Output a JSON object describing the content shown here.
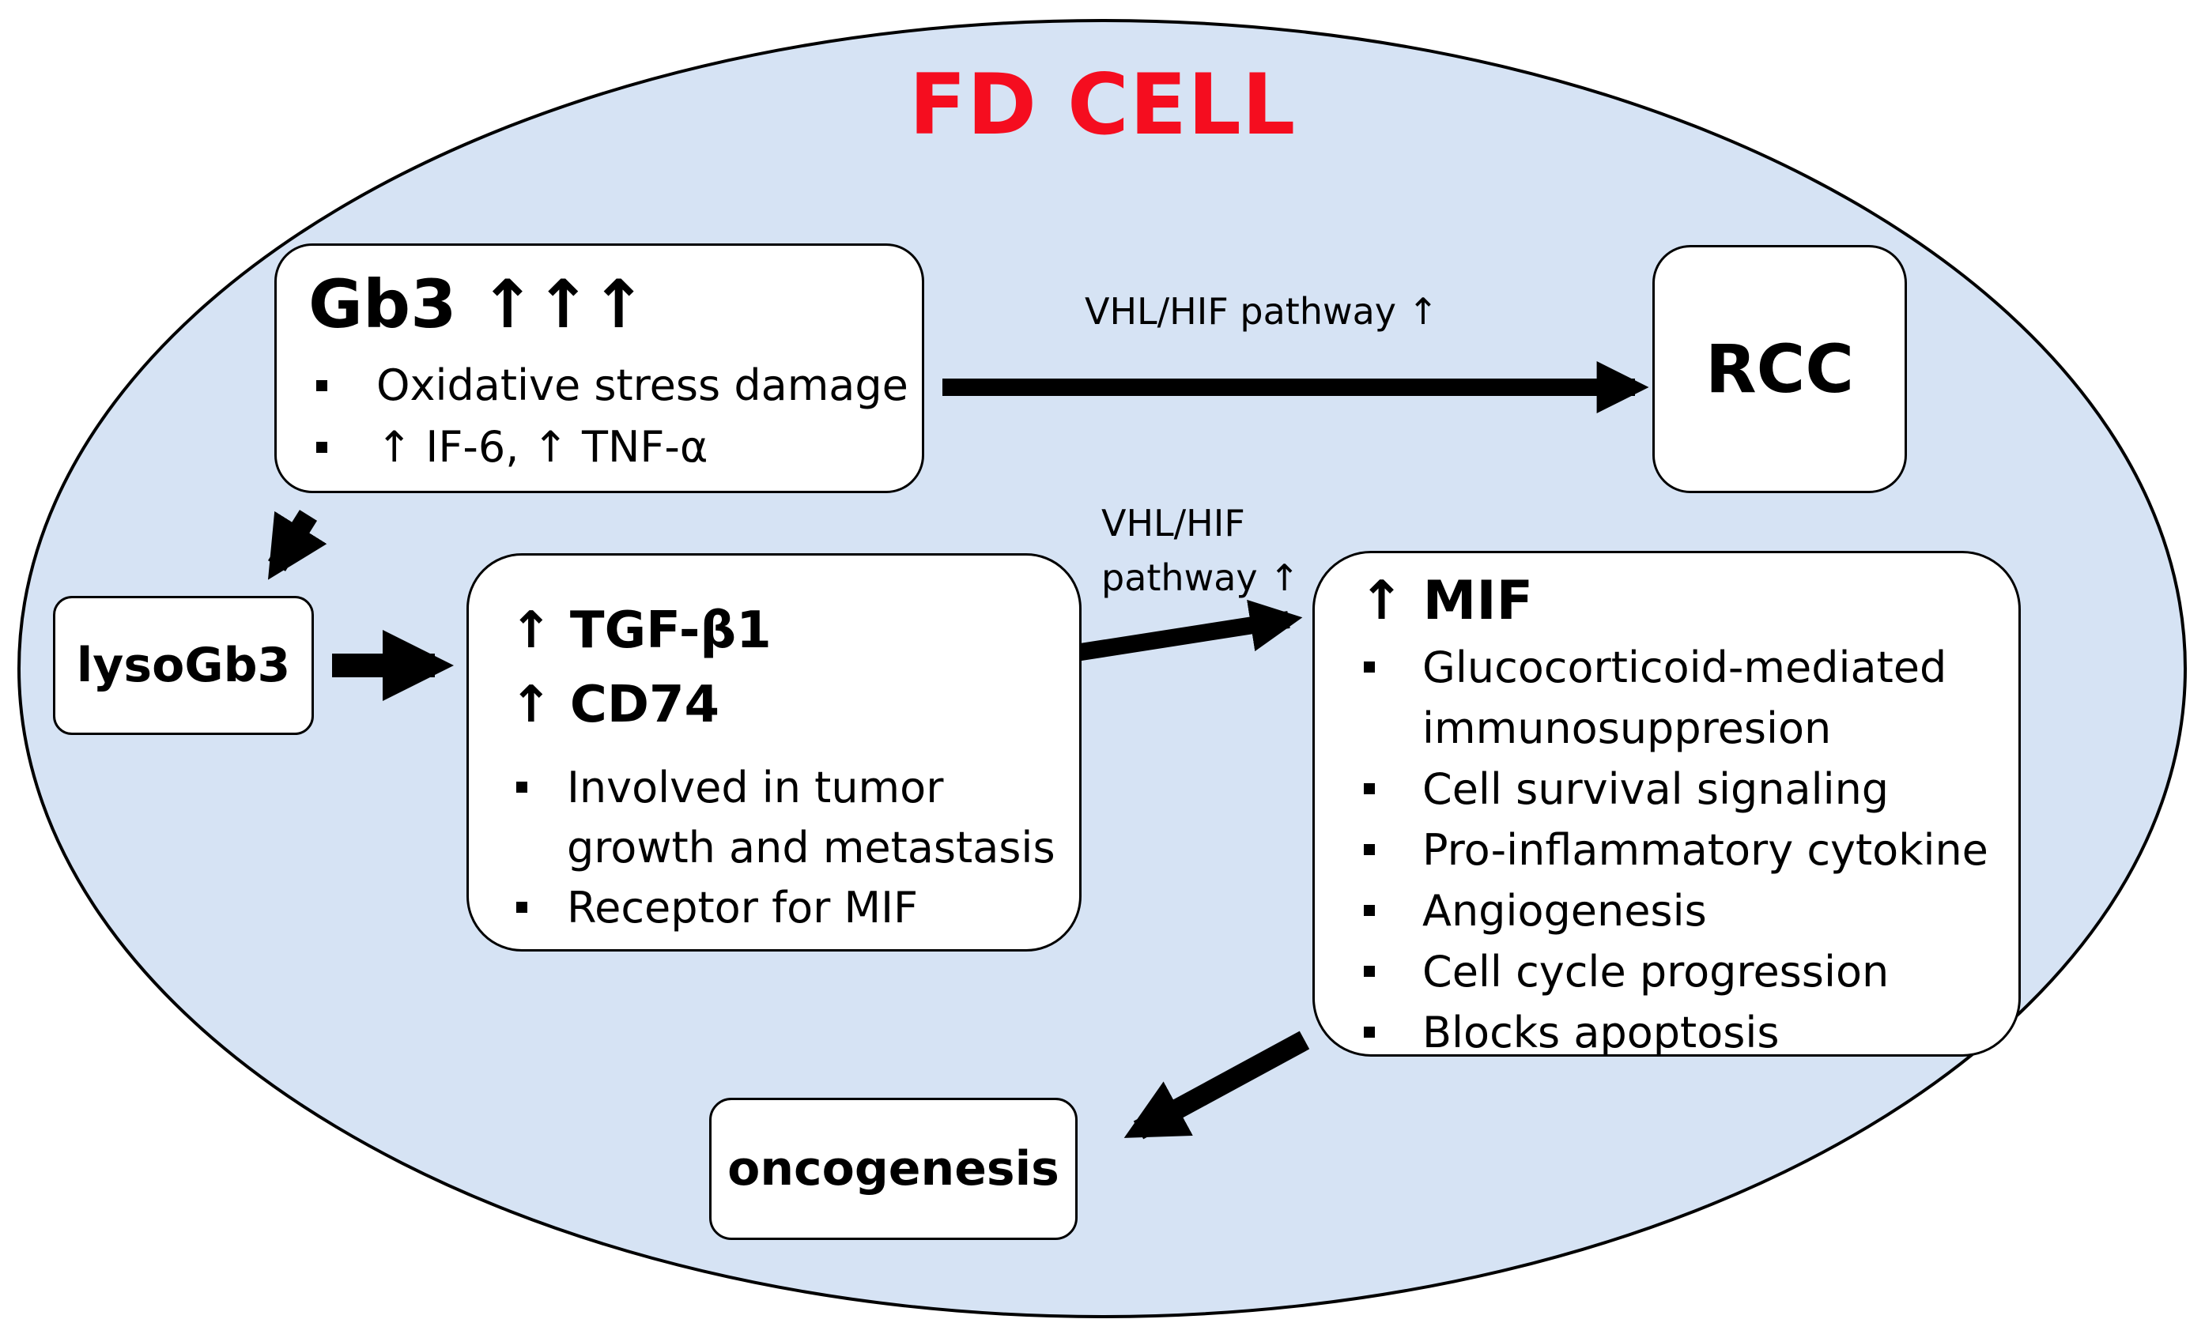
{
  "title": "FD CELL",
  "colors": {
    "cell_fill": "#d6e3f4",
    "cell_stroke": "#000000",
    "title": "#f50d1f",
    "box_fill": "#ffffff",
    "arrow": "#000000"
  },
  "gb3": {
    "heading": "Gb3 ↑↑↑",
    "bullets": [
      "Oxidative stress damage",
      "↑ IF-6, ↑ TNF-α"
    ]
  },
  "rcc": {
    "label": "RCC"
  },
  "lysogb3": {
    "label": "lysoGb3"
  },
  "tgf": {
    "headings": [
      "↑ TGF-β1",
      "↑ CD74"
    ],
    "bullets": [
      "Involved in tumor",
      "growth and metastasis",
      "Receptor for MIF"
    ]
  },
  "mif": {
    "heading": "↑ MIF",
    "bullets": [
      "Glucocorticoid-mediated",
      "immunosuppresion",
      "Cell survival signaling",
      "Pro-inflammatory cytokine",
      "Angiogenesis",
      "Cell cycle progression",
      "Blocks apoptosis"
    ]
  },
  "oncogenesis": {
    "label": "oncogenesis"
  },
  "edges": {
    "gb3_to_rcc": "VHL/HIF pathway ↑",
    "cd74_to_mif_line1": "VHL/HIF",
    "cd74_to_mif_line2": "pathway ↑"
  }
}
